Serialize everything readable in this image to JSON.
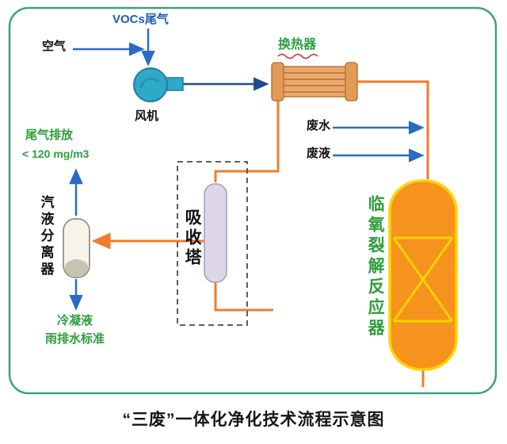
{
  "title": "“三废”一体化净化技术流程示意图",
  "streams": {
    "vocs": "VOCs尾气",
    "air": "空气",
    "waste_water": "废水",
    "waste_liquid": "废液",
    "emission_line1": "尾气排放",
    "emission_line2": "< 120 mg/m3",
    "condensate_line1": "冷凝液",
    "condensate_line2": "雨排水标准"
  },
  "equipment": {
    "fan": "风机",
    "heat_exchanger": "换热器",
    "separator": "汽液分离器",
    "absorption_tower": "吸收塔",
    "reactor": "临氧裂解反应器"
  },
  "colors": {
    "border_teal": "#3ca183",
    "arrow_blue": "#2a6bc5",
    "text_blue": "#1b5fae",
    "text_green": "#2e9e3c",
    "pipe_orange": "#ef7d2a",
    "reactor_orange": "#f6921e",
    "reactor_yellow": "#ffd200",
    "exchanger_tan": "#eaa96c",
    "fan_teal": "#2fa9c8",
    "tower_lavender": "#dcd6e8"
  }
}
